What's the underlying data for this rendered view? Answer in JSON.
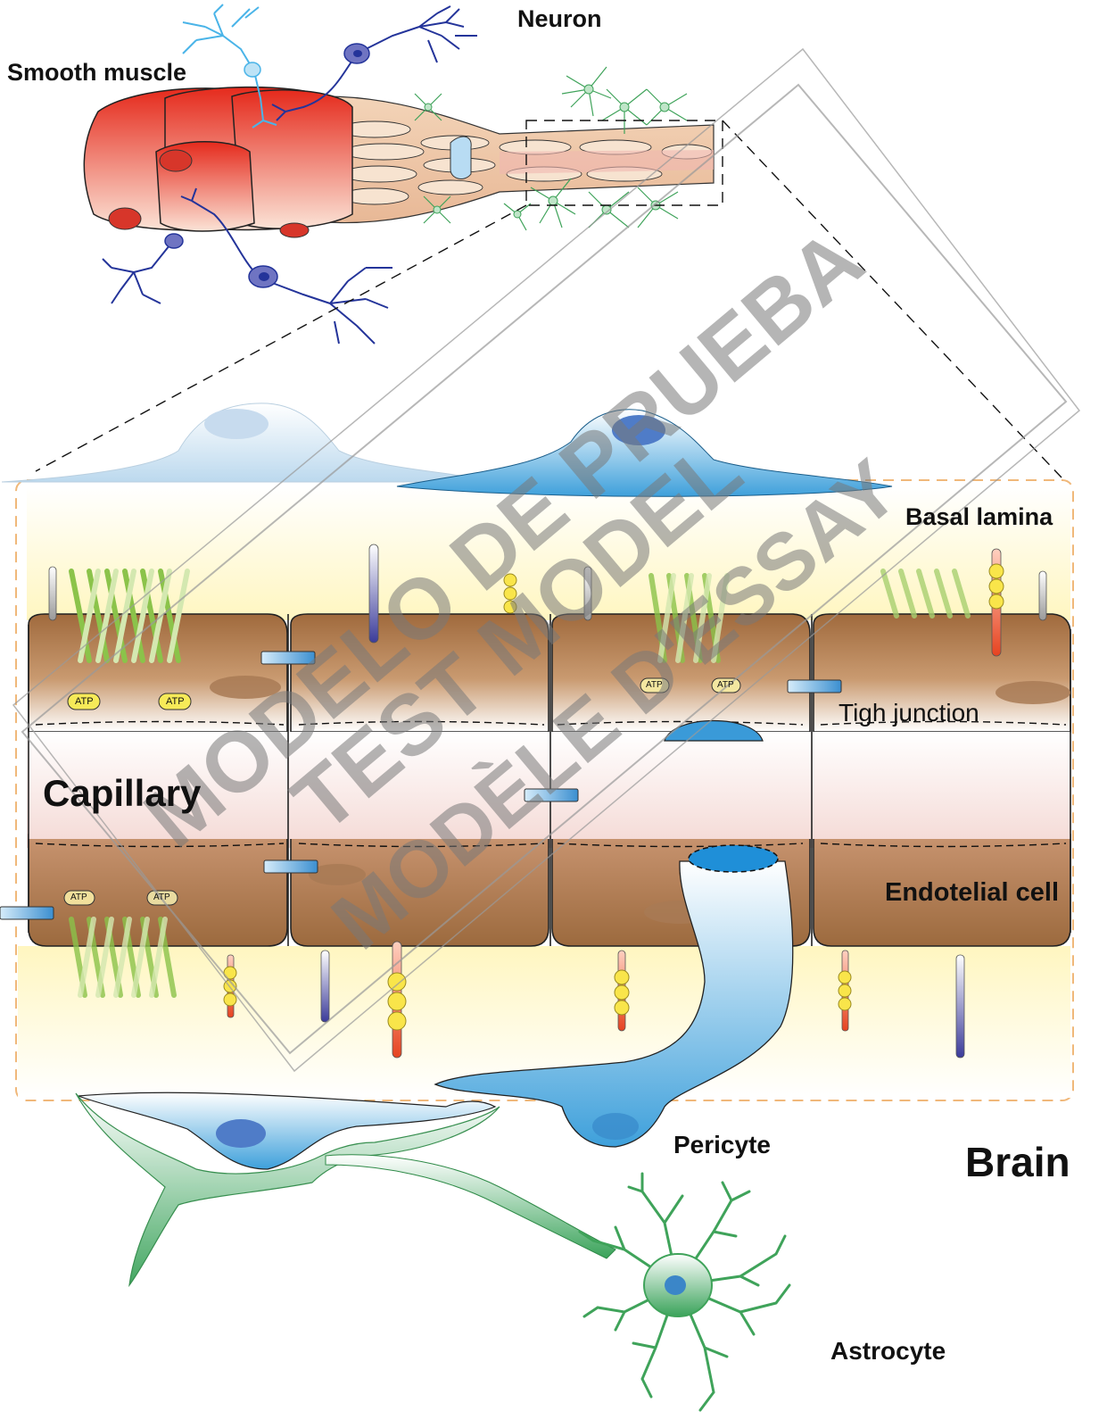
{
  "labels": {
    "neuron": "Neuron",
    "smooth_muscle": "Smooth muscle",
    "basal_lamina": "Basal lamina",
    "tight_junction": "Tigh junction",
    "capillary": "Capillary",
    "endothelial_cell": "Endotelial cell",
    "pericyte": "Pericyte",
    "brain": "Brain",
    "astrocyte": "Astrocyte",
    "atp": "ATP"
  },
  "watermark": {
    "line1": "MODELO DE PRUEBA",
    "line2": "TEST MODEL",
    "line3": "MODÈLE D'ESSAY"
  },
  "colors": {
    "smooth_muscle": "#e8372a",
    "neuron": "#2b3f9e",
    "endothelial": "#a86d3e",
    "pericyte": "#4aa8dc",
    "astrocyte": "#3fa35a",
    "basal_lamina": "#fff6c8"
  }
}
